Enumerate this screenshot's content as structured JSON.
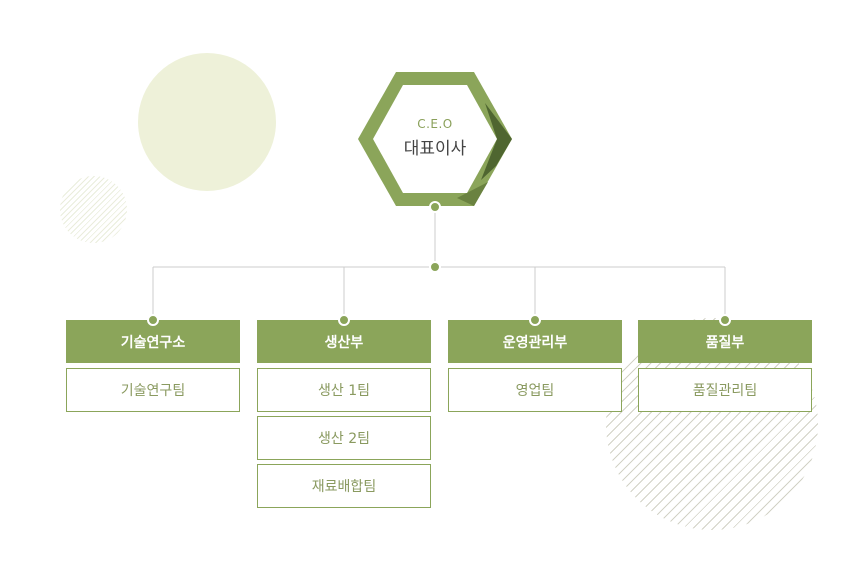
{
  "ceo": {
    "title": "C.E.O",
    "name": "대표이사"
  },
  "departments": [
    {
      "name": "기술연구소",
      "teams": [
        "기술연구팀"
      ]
    },
    {
      "name": "생산부",
      "teams": [
        "생산 1팀",
        "생산 2팀",
        "재료배합팀"
      ]
    },
    {
      "name": "운영관리부",
      "teams": [
        "영업팀"
      ]
    },
    {
      "name": "품질부",
      "teams": [
        "품질관리팀"
      ]
    }
  ],
  "colors": {
    "accent": "#8ba55a",
    "accent_dark": "#4f6630",
    "deco_light": "#eef1d9",
    "team_text": "#8a9a60",
    "connector": "#cccccc"
  }
}
